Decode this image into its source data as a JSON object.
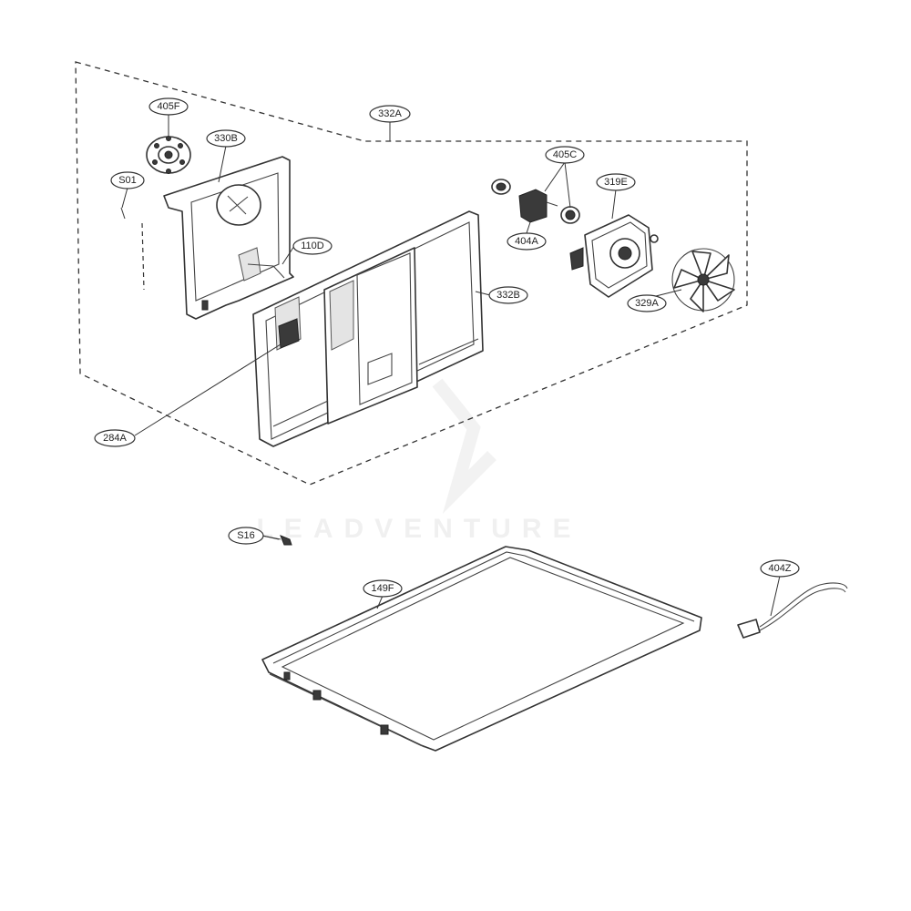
{
  "watermark": "LEADVENTURE",
  "callouts": {
    "405F": "405F",
    "330B": "330B",
    "S01": "S01",
    "332A": "332A",
    "405C": "405C",
    "319E": "319E",
    "110D": "110D",
    "404A": "404A",
    "332B": "332B",
    "329A": "329A",
    "284A": "284A",
    "S16": "S16",
    "149F": "149F",
    "404Z": "404Z"
  }
}
